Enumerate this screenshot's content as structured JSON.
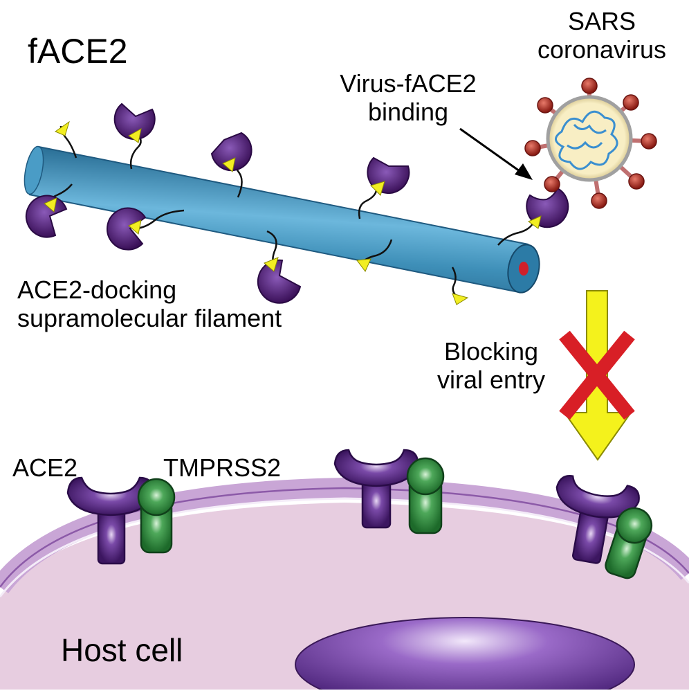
{
  "labels": {
    "title": "fACE2",
    "sars_line1": "SARS",
    "sars_line2": "coronavirus",
    "binding_line1": "Virus-fACE2",
    "binding_line2": "binding",
    "filament_line1": "ACE2-docking",
    "filament_line2": "supramolecular filament",
    "blocking_line1": "Blocking",
    "blocking_line2": "viral entry",
    "ace2": "ACE2",
    "tmprss2": "TMPRSS2",
    "host_cell": "Host cell"
  },
  "colors": {
    "filament": "#3e8fb8",
    "filament_core": "#d0202a",
    "ace2_purple": "#4a1c6e",
    "ace2_receptor": "#5a2a86",
    "tmprss2_green": "#2e8a3e",
    "ligand_yellow": "#f2ee22",
    "block_arrow": "#f4f21c",
    "block_cross": "#d81f26",
    "cell_interior": "#e7cde0",
    "membrane": "#b88cc8",
    "nucleus": "#6a3a9a",
    "virus_spike": "#a82a22",
    "virus_body": "#f5e8b8",
    "virus_rna": "#3a8fd0"
  }
}
